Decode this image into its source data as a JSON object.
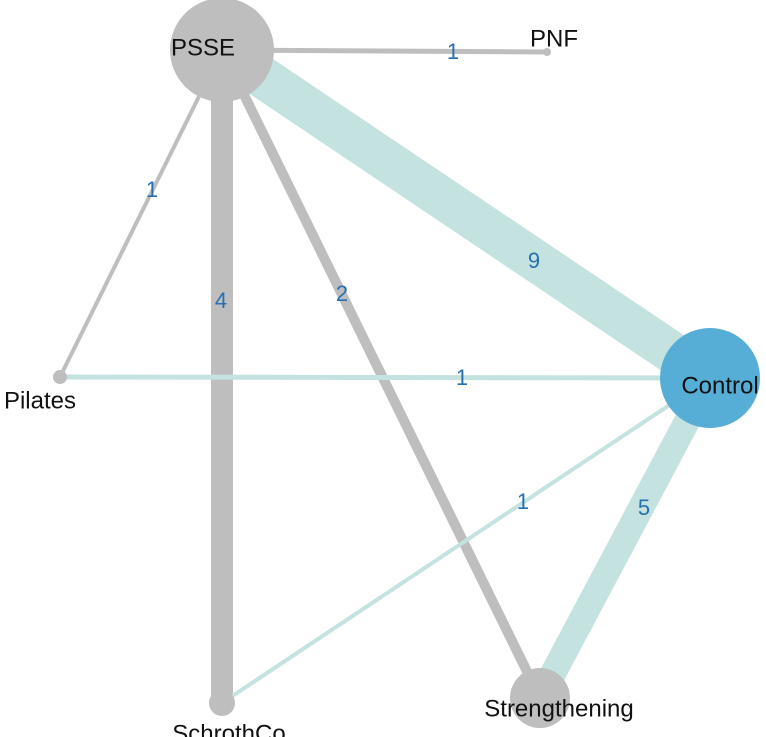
{
  "colors": {
    "node_default": "#bebebe",
    "node_highlight": "#56aed6",
    "edge_grey": "#bebebe",
    "edge_teal": "#c4e2df",
    "edge_label": "#2670b2"
  },
  "nodes": [
    {
      "id": "pssse",
      "label": "PSSE",
      "highlight": false
    },
    {
      "id": "pnf",
      "label": "PNF",
      "highlight": false
    },
    {
      "id": "control",
      "label": "Control",
      "highlight": true
    },
    {
      "id": "pilates",
      "label": "Pilates",
      "highlight": false
    },
    {
      "id": "schrothco",
      "label": "SchrothCo",
      "highlight": false
    },
    {
      "id": "strengthening",
      "label": "Strengthening",
      "highlight": false
    }
  ],
  "edges": [
    {
      "from": "pssse",
      "to": "pnf",
      "count": "1",
      "color": "grey"
    },
    {
      "from": "pssse",
      "to": "control",
      "count": "9",
      "color": "teal"
    },
    {
      "from": "pssse",
      "to": "pilates",
      "count": "1",
      "color": "grey"
    },
    {
      "from": "pssse",
      "to": "schrothco",
      "count": "4",
      "color": "grey"
    },
    {
      "from": "pssse",
      "to": "strengthening",
      "count": "2",
      "color": "grey"
    },
    {
      "from": "pilates",
      "to": "control",
      "count": "1",
      "color": "teal"
    },
    {
      "from": "schrothco",
      "to": "control",
      "count": "1",
      "color": "teal"
    },
    {
      "from": "strengthening",
      "to": "control",
      "count": "5",
      "color": "teal"
    }
  ]
}
